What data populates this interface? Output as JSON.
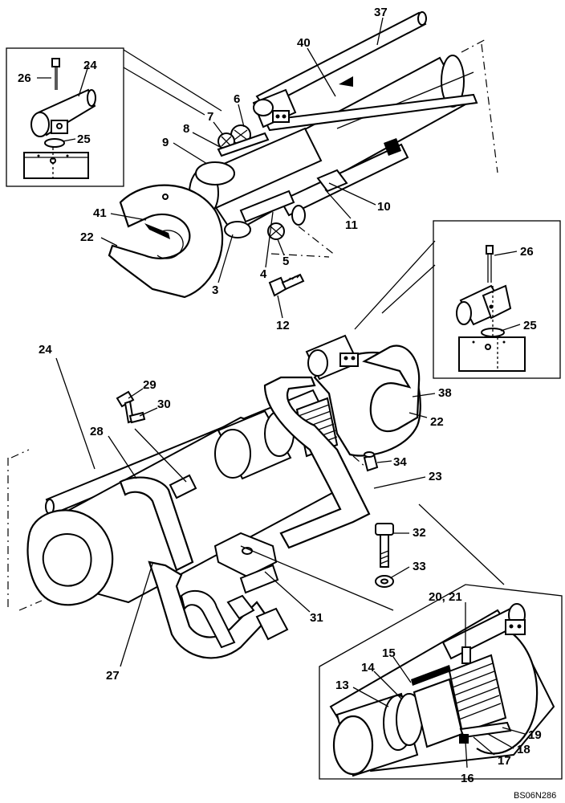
{
  "labels": {
    "l37": "37",
    "l40": "40",
    "l24a": "24",
    "l26a": "26",
    "l25a": "25",
    "l6": "6",
    "l7": "7",
    "l8": "8",
    "l9": "9",
    "l10": "10",
    "l11": "11",
    "l41": "41",
    "l22a": "22",
    "l3": "3",
    "l4": "4",
    "l5": "5",
    "l12": "12",
    "l26b": "26",
    "l25b": "25",
    "l24b": "24",
    "l29": "29",
    "l30": "30",
    "l28": "28",
    "l38": "38",
    "l22b": "22",
    "l34": "34",
    "l23": "23",
    "l32": "32",
    "l33": "33",
    "l31": "31",
    "l27": "27",
    "l2021": "20, 21",
    "l15": "15",
    "l14": "14",
    "l13": "13",
    "l19": "19",
    "l18": "18",
    "l17": "17",
    "l16": "16"
  },
  "drawing_code": "BS06N286"
}
